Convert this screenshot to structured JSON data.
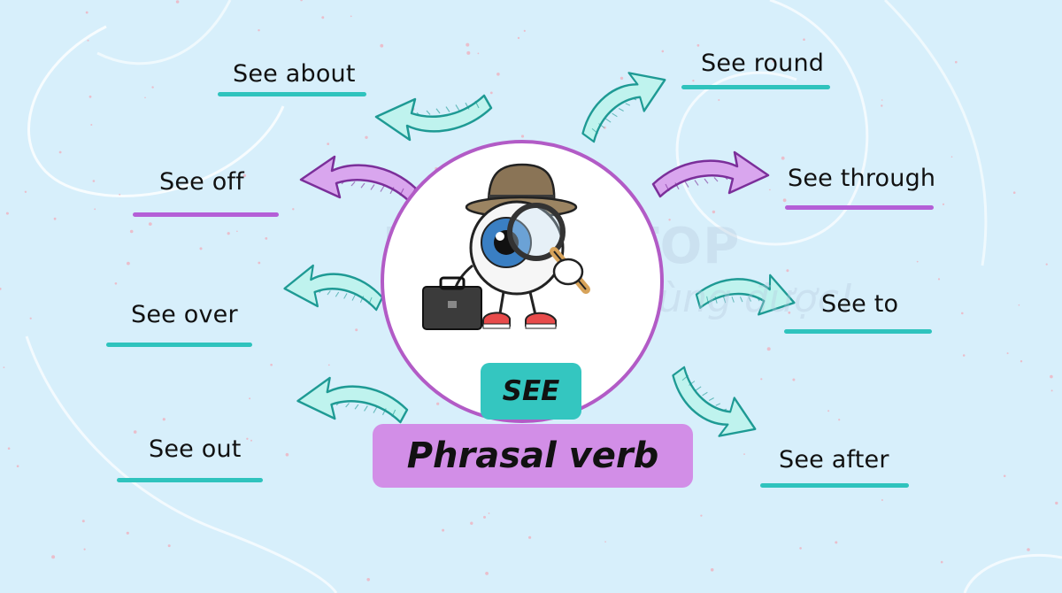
{
  "center": {
    "badge": "SEE",
    "title": "Phrasal verb"
  },
  "watermark": {
    "brand": "IELTSVIETOP",
    "slogan": "Học là phải dùng được!"
  },
  "phrases": {
    "see_about": "See about",
    "see_off": "See off",
    "see_over": "See over",
    "see_out": "See out",
    "see_round": "See round",
    "see_through": "See through",
    "see_to": "See to",
    "see_after": "See after"
  },
  "colors": {
    "background": "#d7effb",
    "teal": "#2fc3bd",
    "purple": "#b45fd7",
    "circle_border": "#b25bc6",
    "badge": "#34c6c0",
    "title_box": "#d28ee7"
  },
  "icons": {
    "mascot": "eye-detective-with-magnifier-and-briefcase",
    "arrows": "curved-arrow"
  }
}
